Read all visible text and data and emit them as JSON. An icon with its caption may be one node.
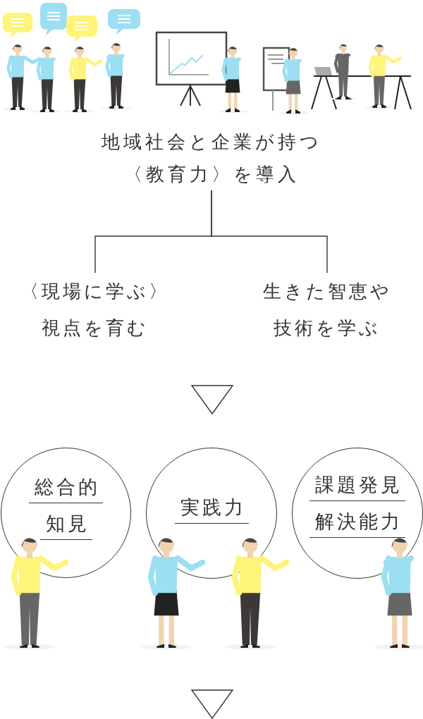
{
  "diagram": {
    "nodes": [
      {
        "text": [
          "地域社会と企業が持つ〈教育力〉を導入"
        ]
      },
      {
        "text": [
          "〈現場に学ぶ〉視点を育む"
        ]
      },
      {
        "text": [
          "生きた智恵や技術を学ぶ"
        ]
      },
      {
        "text": [
          "総合的",
          "知見"
        ]
      },
      {
        "text": [
          "実践力"
        ]
      },
      {
        "text": [
          "課題発見",
          "解決能力"
        ]
      }
    ],
    "edges": [
      {
        "from": 0,
        "to": 1,
        "arrow": "none"
      },
      {
        "from": 0,
        "to": 2,
        "arrow": "none"
      }
    ]
  }
}
